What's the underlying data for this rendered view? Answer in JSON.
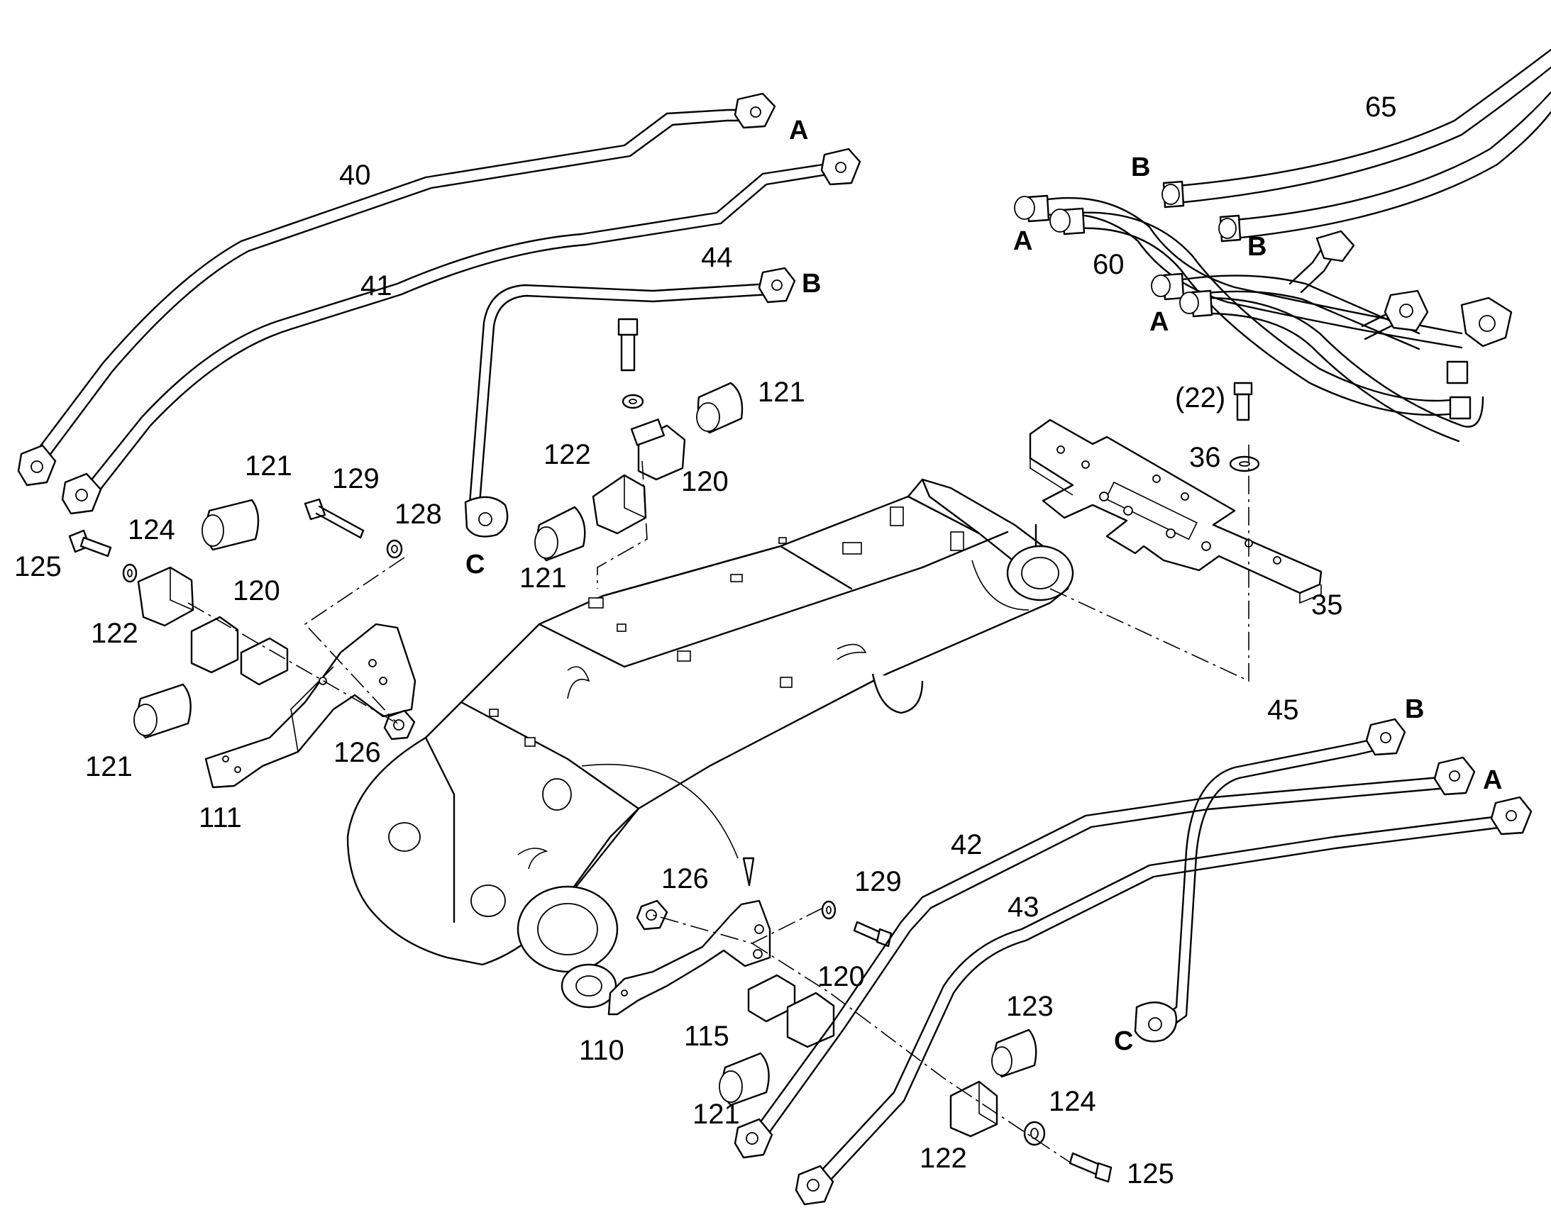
{
  "callouts": {
    "c40": "40",
    "c41": "41",
    "c44": "44",
    "c65": "65",
    "c60": "60",
    "c121a": "121",
    "c121b": "121",
    "c121c": "121",
    "c121d": "121",
    "c121e": "121",
    "c129a": "129",
    "c129b": "129",
    "c128": "128",
    "c124a": "124",
    "c124b": "124",
    "c125a": "125",
    "c125b": "125",
    "c122a": "122",
    "c122b": "122",
    "c122c": "122",
    "c120a": "120",
    "c120b": "120",
    "c120c": "120",
    "c126a": "126",
    "c126b": "126",
    "c111": "111",
    "c110": "110",
    "c115": "115",
    "c123": "123",
    "c22": "(22)",
    "c36": "36",
    "c35": "35",
    "c45": "45",
    "c42": "42",
    "c43": "43"
  },
  "port_letters": {
    "a1": "A",
    "a2": "A",
    "a3": "A",
    "a4": "A",
    "b1": "B",
    "b2": "B",
    "b3": "B",
    "b4": "B",
    "cc1": "C",
    "cc2": "C"
  }
}
